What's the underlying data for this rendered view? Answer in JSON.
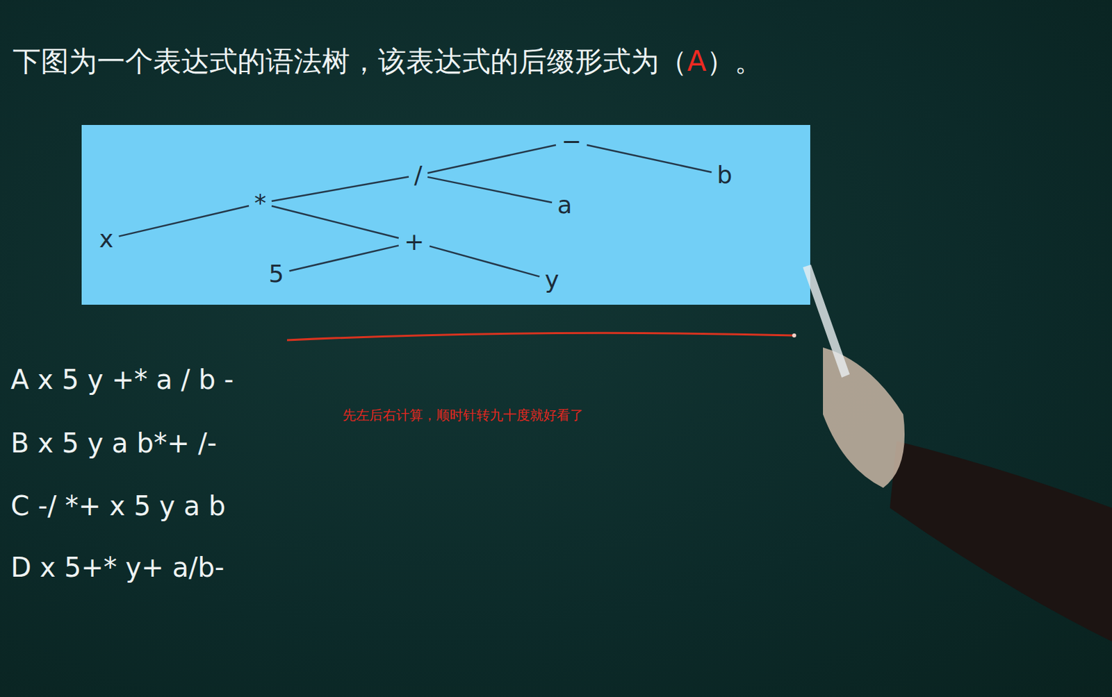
{
  "diagram": {
    "title": "下图为一个表达式的语法树，该表达式的后缀形式为（A）。",
    "nodes": [
      {
        "text": [
          "−"
        ]
      },
      {
        "text": [
          "/"
        ]
      },
      {
        "text": [
          "b"
        ]
      },
      {
        "text": [
          "*"
        ]
      },
      {
        "text": [
          "a"
        ]
      },
      {
        "text": [
          "x"
        ]
      },
      {
        "text": [
          "+"
        ]
      },
      {
        "text": [
          "5"
        ]
      },
      {
        "text": [
          "y"
        ]
      }
    ],
    "edges": [
      {
        "from": 0,
        "to": 1,
        "arrow": "none"
      },
      {
        "from": 0,
        "to": 2,
        "arrow": "none"
      },
      {
        "from": 1,
        "to": 3,
        "arrow": "none"
      },
      {
        "from": 1,
        "to": 4,
        "arrow": "none"
      },
      {
        "from": 3,
        "to": 5,
        "arrow": "none"
      },
      {
        "from": 3,
        "to": 6,
        "arrow": "none"
      },
      {
        "from": 6,
        "to": 7,
        "arrow": "none"
      },
      {
        "from": 6,
        "to": 8,
        "arrow": "none"
      }
    ],
    "labels": [
      "A x 5 y +* a / b -",
      "B x 5 y a b*+ /-",
      "C -/ *+ x 5 y a b",
      "D x 5+* y+ a/b-",
      "先左后右计算，顺时针转九十度就好看了"
    ]
  }
}
